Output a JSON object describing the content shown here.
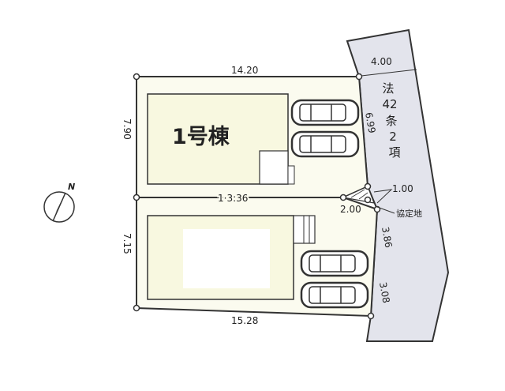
{
  "building_1": {
    "label": "1号棟"
  },
  "dimensions": {
    "top": "14.20",
    "left_upper": "7.90",
    "middle": "1·3:36",
    "left_lower": "7.15",
    "bottom": "15.28",
    "road_width": "4.00",
    "right_upper": "6.99",
    "corner_a": "1.00",
    "corner_b": "2.00",
    "right_mid": "3.86",
    "right_lower": "3.08"
  },
  "road": {
    "label_chars": [
      "法",
      "42",
      "条",
      "2",
      "項"
    ]
  },
  "annotations": {
    "boundary_agreement": "協定地"
  },
  "compass": {
    "label": "N"
  },
  "colors": {
    "lot": "#fbfbef",
    "road": "#e3e4ec",
    "line": "#333333"
  }
}
